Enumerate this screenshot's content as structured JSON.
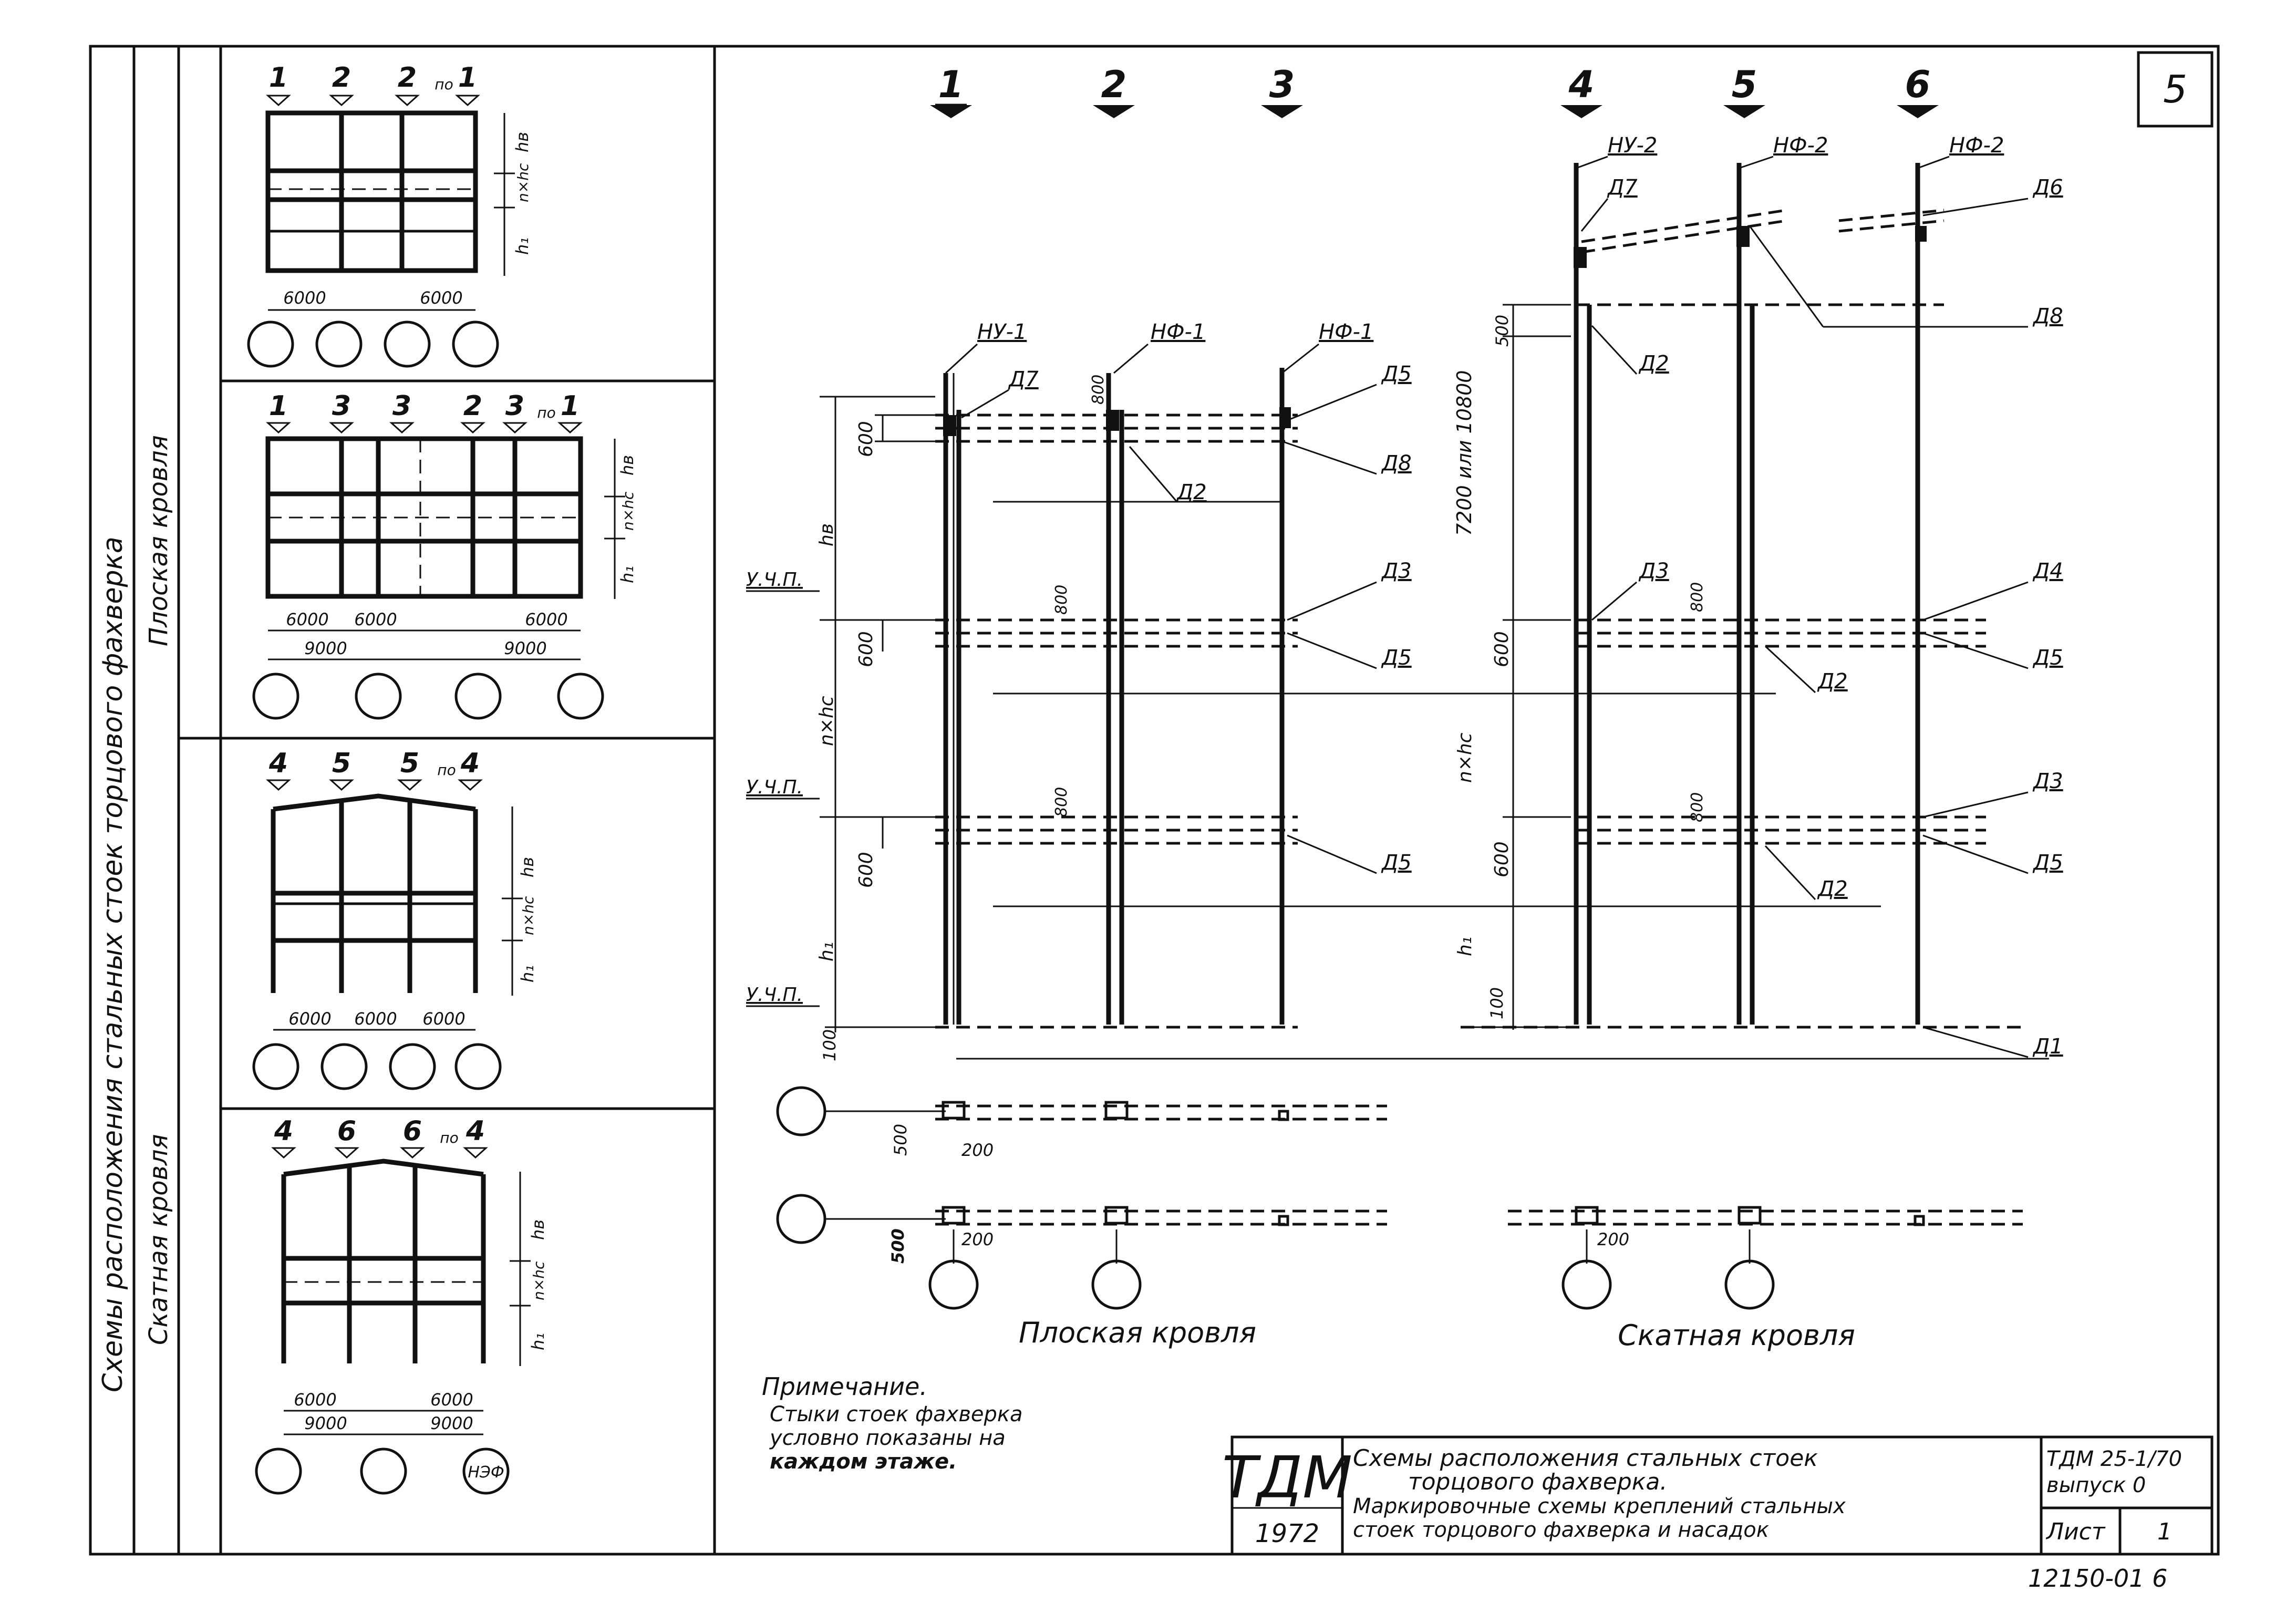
{
  "sheet_number": "5",
  "side_panel": {
    "main_title": "Схемы расположения стальных стоек торцового фахверка",
    "flat_roof_label": "Плоская кровля",
    "pitched_roof_label": "Скатная кровля"
  },
  "thumbnails": [
    {
      "marks": [
        "1",
        "2",
        "2",
        "по",
        "1"
      ],
      "dims": [
        "6000",
        "6000"
      ],
      "vlabels": [
        "h₁",
        "n×hc",
        "hв"
      ],
      "circles": 4
    },
    {
      "marks": [
        "1",
        "3",
        "3",
        "2",
        "3",
        "по",
        "1"
      ],
      "dims_top": [
        "6000",
        "6000",
        "6000"
      ],
      "dims_bottom": [
        "9000",
        "9000"
      ],
      "vlabels": [
        "h₁",
        "n×hc",
        "hв"
      ],
      "circles": 4
    },
    {
      "marks": [
        "4",
        "5",
        "5",
        "по",
        "4"
      ],
      "dims": [
        "6000",
        "6000",
        "6000"
      ],
      "vlabels": [
        "h₁",
        "n×hc",
        "hв"
      ],
      "circles": 4
    },
    {
      "marks": [
        "4",
        "6",
        "6",
        "по",
        "4"
      ],
      "dims_top": [
        "6000",
        "6000"
      ],
      "dims_bottom": [
        "9000",
        "9000"
      ],
      "vlabels": [
        "h₁",
        "n×hc",
        "hв"
      ],
      "circles": 3,
      "circle_note": "НЭФ"
    }
  ],
  "column_marks": [
    "1",
    "2",
    "3",
    "4",
    "5",
    "6"
  ],
  "column_heads": [
    "НУ-1",
    "НФ-1",
    "НФ-1",
    "НУ-2",
    "НФ-2",
    "НФ-2"
  ],
  "detail_labels": {
    "d1": "Д1",
    "d2": "Д2",
    "d3": "Д3",
    "d4": "Д4",
    "d5": "Д5",
    "d6": "Д6",
    "d7": "Д7",
    "d8": "Д8"
  },
  "level_label": "У.Ч.П.",
  "dims": {
    "d600": "600",
    "d800": "800",
    "d100": "100",
    "d500": "500",
    "d200": "200",
    "hv": "hв",
    "nhc": "n×hc",
    "h1": "h₁",
    "tall": "7200 или 10800"
  },
  "plan_captions": {
    "flat": "Плоская кровля",
    "pitched": "Скатная кровля"
  },
  "note": {
    "title": "Примечание.",
    "text": [
      "Стыки стоек фахверка",
      "условно показаны на",
      "каждом этаже."
    ]
  },
  "title_block": {
    "logo": "ТДМ",
    "year": "1972",
    "title_lines": [
      "Схемы расположения стальных стоек",
      "торцового фахверка.",
      "Маркировочные схемы креплений стальных",
      "стоек торцового фахверка и насадок"
    ],
    "doc_code": "ТДМ 25-1/70",
    "issue": "выпуск 0",
    "sheet_label": "Лист",
    "sheet_value": "1",
    "archive_number": "12150-01 6"
  }
}
